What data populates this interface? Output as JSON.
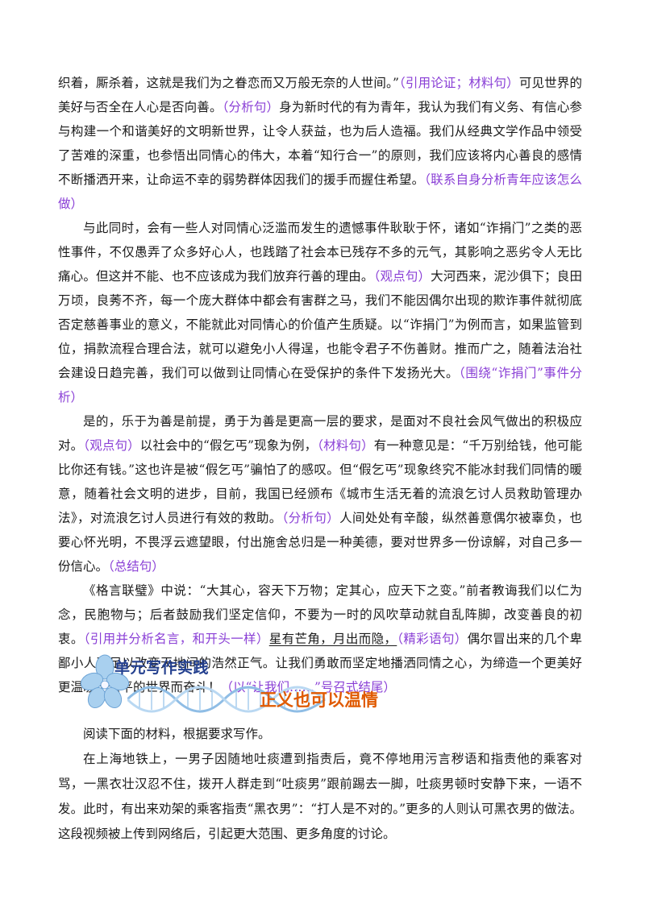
{
  "essay_paragraphs": [
    {
      "indent": false,
      "segments": [
        {
          "text": "织着，厮杀着，这就是我们为之眷恋而又万般无奈的人世间。”",
          "style": "normal"
        },
        {
          "text": "（引用论证；材料句）",
          "style": "note"
        },
        {
          "text": "可见世界的美好与否全在人心是否向善。",
          "style": "normal"
        },
        {
          "text": "（分析句）",
          "style": "note"
        },
        {
          "text": "身为新时代的有为青年，我认为我们有义务、有信心参与构建一个和谐美好的文明新世界，让令人获益，也为后人造福。我们从经典文学作品中领受了苦难的深重，也参悟出同情心的伟大，本着“知行合一”的原则，我们应该将内心善良的感情不断播洒开来，让命运不幸的弱势群体因我们的援手而握住希望。",
          "style": "normal"
        },
        {
          "text": "（联系自身分析青年应该怎么做）",
          "style": "note"
        }
      ]
    },
    {
      "indent": true,
      "segments": [
        {
          "text": "与此同时，会有一些人对同情心泛滥而发生的遗憾事件耿耿于怀，诸如“诈捐门”之类的恶性事件，不仅愚弄了众多好心人，也践踏了社会本已残存不多的元气，其影响之恶劣令人无比痛心。但这并不能、也不应该成为我们放弃行善的理由。",
          "style": "normal"
        },
        {
          "text": "（观点句）",
          "style": "note"
        },
        {
          "text": "大河西来，泥沙俱下；良田万顷，良莠不齐，每一个庞大群体中都会有害群之马，我们不能因偶尔出现的欺诈事件就彻底否定慈善事业的意义，不能就此对同情心的价值产生质疑。以“诈捐门”为例而言，如果监管到位，捐款流程合理合法，就可以避免小人得逞，也能令君子不伤善财。推而广之，随着法治社会建设日趋完善，我们可以做到让同情心在受保护的条件下发扬光大。",
          "style": "normal"
        },
        {
          "text": "（围绕“诈捐门”事件分析）",
          "style": "note"
        }
      ]
    },
    {
      "indent": true,
      "segments": [
        {
          "text": "是的，乐于为善是前提，勇于为善是更高一层的要求，是面对不良社会风气做出的积极应对。",
          "style": "normal"
        },
        {
          "text": "（观点句）",
          "style": "note"
        },
        {
          "text": "以社会中的“假乞丐”现象为例，",
          "style": "normal"
        },
        {
          "text": "（材料句）",
          "style": "note"
        },
        {
          "text": "有一种意见是：“千万别给钱，他可能比你还有钱。”这也许是被“假乞丐”骗怕了的感叹。但“假乞丐”现象终究不能冰封我们同情的暖意，随着社会文明的进步，目前，我国已经颁布《城市生活无着的流浪乞讨人员救助管理办法》，对流浪乞讨人员进行有效的救助。",
          "style": "normal"
        },
        {
          "text": "（分析句）",
          "style": "note"
        },
        {
          "text": "人间处处有辛酸，纵然善意偶尔被辜负，也要心怀光明，不畏浮云遮望眼，付出施舍总归是一种美德，要对世界多一份谅解，对自己多一份信心。",
          "style": "normal"
        },
        {
          "text": "（总结句）",
          "style": "note"
        }
      ]
    },
    {
      "indent": true,
      "segments": [
        {
          "text": "《格言联璧》中说：“大其心，容天下万物；定其心，应天下之变。”前者教诲我们以仁为念，民胞物与；后者鼓励我们坚定信仰，不要为一时的风吹草动就自乱阵脚，改变善良的初衷。",
          "style": "normal"
        },
        {
          "text": "（引用并分析名言，和开头一样）",
          "style": "note"
        },
        {
          "text": "星有芒角，月出而隐，",
          "style": "underline"
        },
        {
          "text": "（精彩语句）",
          "style": "note"
        },
        {
          "text": "偶尔冒出来的几个卑鄙小人不足以改变天地间的浩然正气。让我们勇敢而坚定地播洒同情之心，为缔造一个更美好更温暖更公平的世界而奋斗！",
          "style": "normal"
        },
        {
          "text": "（以“让我们……”号召式结尾）",
          "style": "note"
        }
      ]
    }
  ],
  "section_banner": {
    "label": "单元写作实践",
    "icon": "flower-dna-helix-icon"
  },
  "essay_title": "正义也可以温情",
  "material": {
    "instruction": "阅读下面的材料，根据要求写作。",
    "body": "在上海地铁上，一男子因随地吐痰遭到指责后，竟不停地用污言秽语和指责他的乘客对骂，一黑衣壮汉忍不住，拨开人群走到“吐痰男”跟前踢去一脚，吐痰男顿时安静下来，一语不发。此时，有出来劝架的乘客指责“黑衣男”：“打人是不对的。”更多的人则认可黑衣男的做法。这段视频被上传到网络后，引起更大范围、更多角度的讨论。"
  },
  "colors": {
    "note": "#8a3fd6",
    "banner_text": "#24408f",
    "title": "#e05a00",
    "flower": "#9cc6ea",
    "helix": "#9fc6e8"
  }
}
